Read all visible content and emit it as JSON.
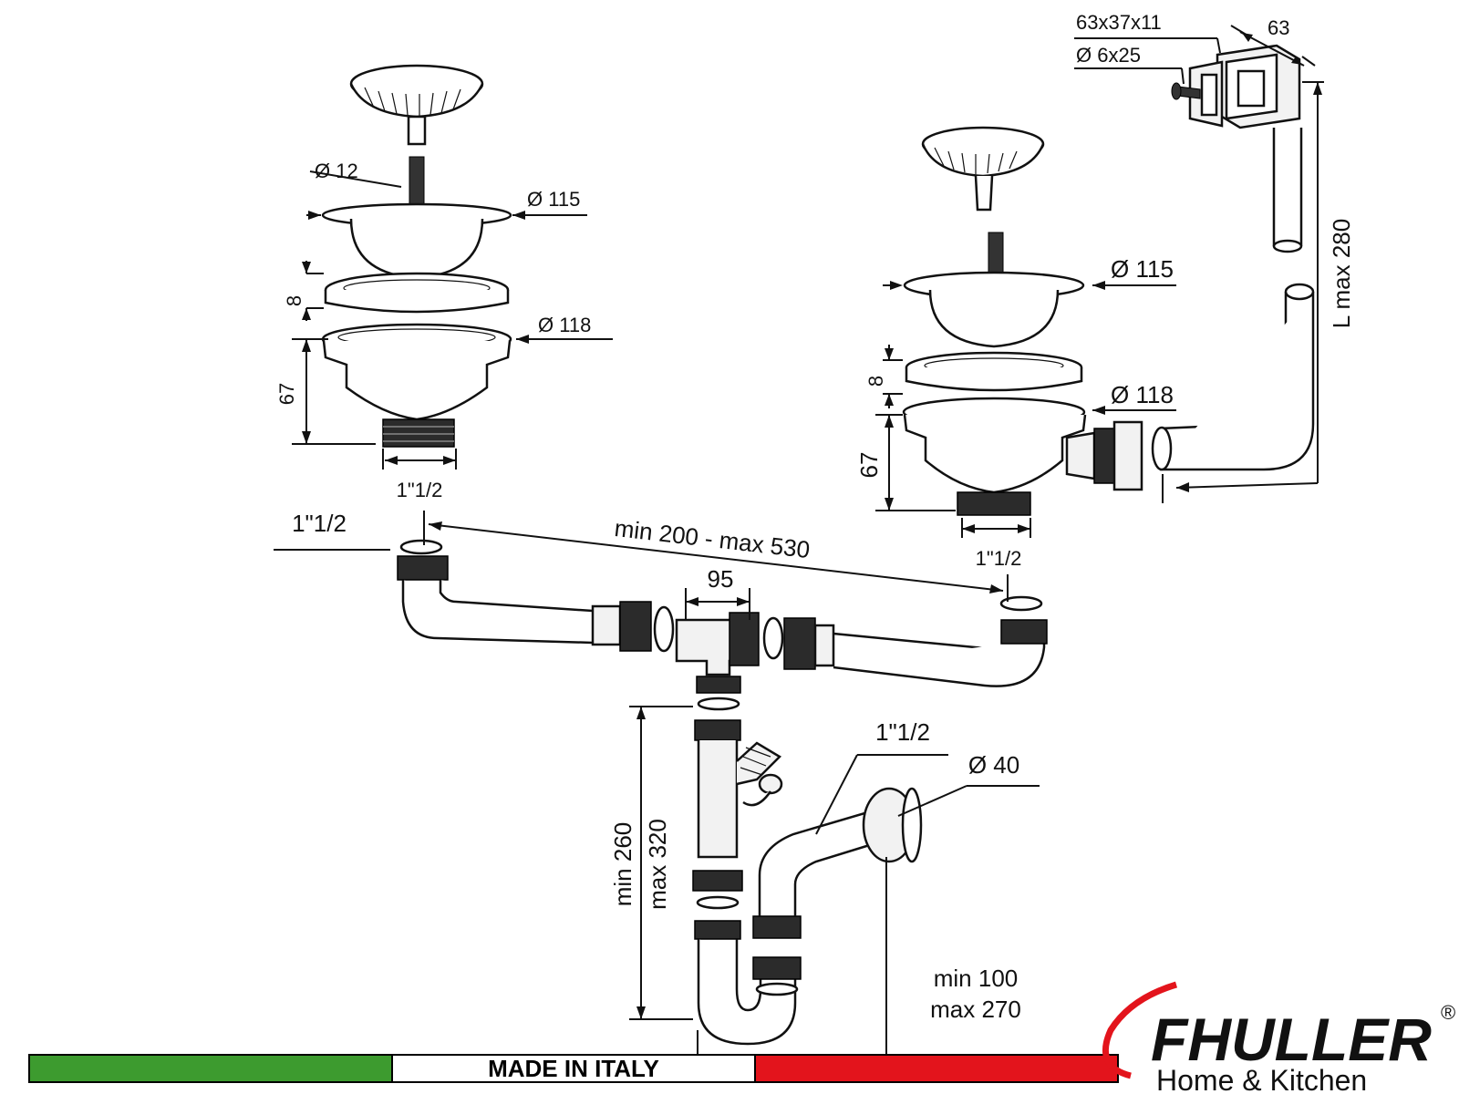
{
  "dims": {
    "left_d12": "Ø 12",
    "left_d115": "Ø 115",
    "left_h8": "8",
    "left_d118": "Ø 118",
    "left_h67": "67",
    "left_thread": "1\"1/2",
    "right_d115": "Ø 115",
    "right_h8": "8",
    "right_d118": "Ø 118",
    "right_h67": "67",
    "right_thread": "1\"1/2",
    "overflow_plate": "63x37x11",
    "overflow_screw": "Ø 6x25",
    "overflow_width": "63",
    "overflow_length": "L max 280",
    "inlet_thread": "1\"1/2",
    "span": "min 200 - max 530",
    "tee_width": "95",
    "trap_thread": "1\"1/2",
    "trap_outlet": "Ø 40",
    "height_min": "min 260",
    "height_max": "max 320",
    "offset_min": "min 100",
    "offset_max": "max 270"
  },
  "flag_bar": {
    "text": "MADE IN ITALY",
    "colors": {
      "green": "#3d9b2f",
      "white": "#ffffff",
      "red": "#e3141c"
    }
  },
  "brand": {
    "name": "FHULLER",
    "registered": "®",
    "tagline": "Home & Kitchen",
    "swoosh_color": "#e3141c"
  }
}
